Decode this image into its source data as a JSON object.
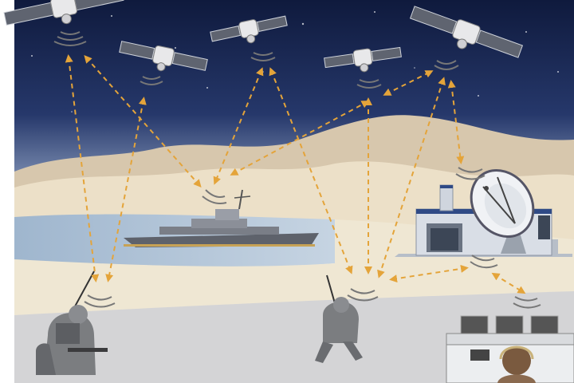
{
  "colors": {
    "sky_top": "#0f1a3d",
    "sky_mid": "#26386b",
    "sky_bottom": "#7d8fb3",
    "mountain_far": "#d3c2a8",
    "mountain_near": "#ece0c8",
    "sand": "#efe7d3",
    "water": "#a9bfd6",
    "ground": "#d6d6d6",
    "signal_arrow": "#e4a43a",
    "wave": "#6a6a6a",
    "satellite_panel": "#5f6470",
    "ship": "#6d7079",
    "facility": "#c9cfd8"
  },
  "icons": {
    "satellite": "satellite-icon",
    "ship": "warship-icon",
    "soldier": "soldier-icon",
    "dish": "ground-station-dish-icon",
    "building": "ground-station-building-icon",
    "operator": "operator-workstation-icon",
    "wave": "radio-wave-icon"
  },
  "nodes": {
    "satellites": [
      "sat-1",
      "sat-2",
      "sat-3",
      "sat-4",
      "sat-5"
    ],
    "ground": [
      "ship",
      "soldier-left",
      "soldier-mid",
      "ground-station",
      "operator"
    ]
  }
}
